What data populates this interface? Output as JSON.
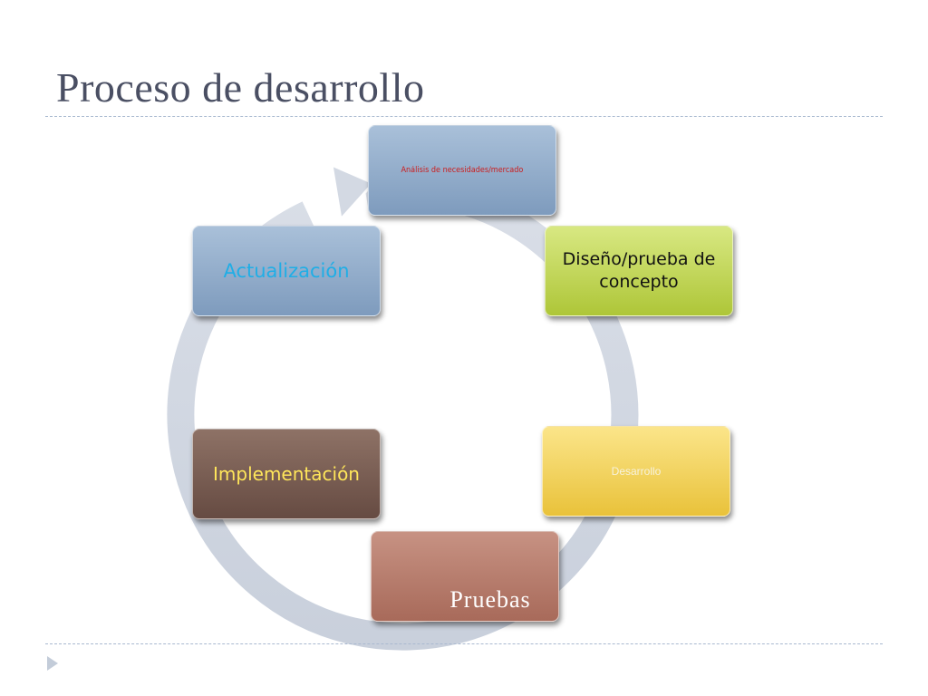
{
  "slide": {
    "title": "Proceso de desarrollo"
  },
  "cycle": {
    "steps": [
      {
        "label": "Análisis de necesidades/mercado",
        "color": "#8ea9c9"
      },
      {
        "label": "Diseño/prueba de concepto",
        "color": "#c3d758"
      },
      {
        "label": "Desarrollo",
        "color": "#f3d35a"
      },
      {
        "label": "Pruebas",
        "color": "#b87c6c"
      },
      {
        "label": "Implementación",
        "color": "#7a5d52"
      },
      {
        "label": "Actualización",
        "color": "#8ea9c9"
      }
    ]
  },
  "icons": {
    "ring": "cycle-arrow-icon",
    "bullet": "triangle-bullet-icon"
  }
}
